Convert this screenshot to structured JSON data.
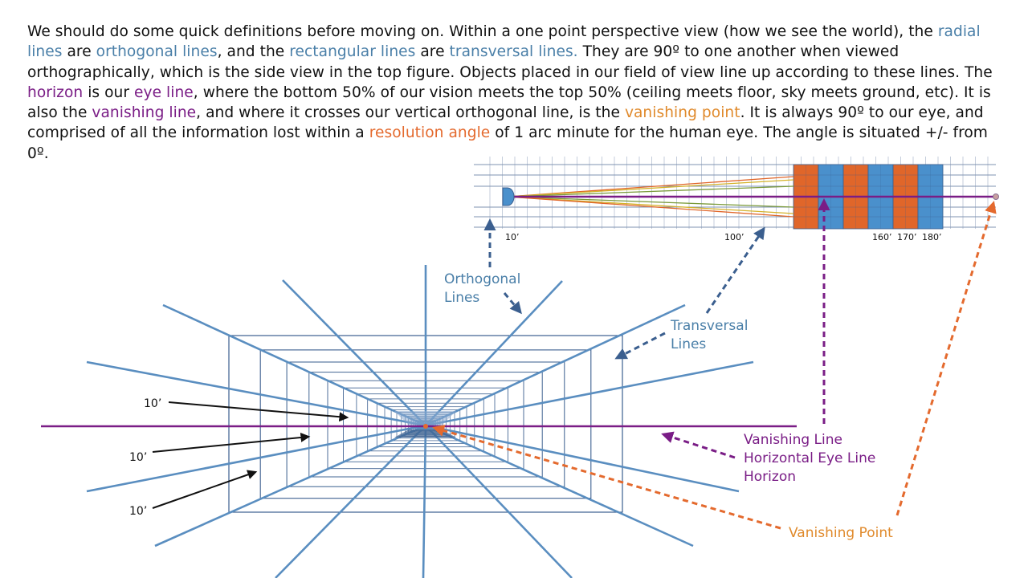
{
  "paragraph": {
    "s01": "We should do some quick definitions before moving on.  Within a one point perspective view (how we see the world), the",
    "s02": "radial lines",
    "s03": " are ",
    "s04": "orthogonal lines",
    "s05": ", and the ",
    "s06": "rectangular lines",
    "s07": " are ",
    "s08": "transversal lines.",
    "s09": " They are 90º to one another when viewed orthographically, which is the side view in the top figure.  Objects placed in our field of view line up according to these lines.  The ",
    "s10": "horizon",
    "s11": " is our ",
    "s12": "eye line",
    "s13": ", where the bottom 50% of our vision meets the top 50% (ceiling meets floor, sky meets ground, etc).  It is also the ",
    "s14": "vanishing line",
    "s15": ", and where it crosses our vertical orthogonal line, is the ",
    "s16": "vanishing point",
    "s17": ".    It is always 90º to our eye, and comprised of all the information lost within a ",
    "s18": "resolution angle",
    "s19": " of 1 arc minute for the human eye. The angle is situated +/- from 0º."
  },
  "side_view": {
    "labels": [
      "10’",
      "100’",
      "160’",
      "170’",
      "180’"
    ]
  },
  "callouts": {
    "orthogonal": [
      "Orthogonal",
      "Lines"
    ],
    "transversal": [
      "Transversal",
      "Lines"
    ],
    "vanishing": [
      "Vanishing Line",
      "Horizontal Eye Line",
      "Horizon"
    ],
    "vanishing_point": "Vanishing Point",
    "ten_feet": [
      "10’",
      "10’",
      "10’"
    ]
  },
  "colors": {
    "blue_line": "#5a8ec0",
    "navy_line": "#3b5f8f",
    "purple": "#7a1d86",
    "orange_dash": "#e46a2e",
    "block_blue": "#4a90cc",
    "block_orange": "#e0662a",
    "grid_gray": "#7f93b0",
    "text_blue": "#4a7fa8",
    "text_orange": "#e08a2c"
  }
}
